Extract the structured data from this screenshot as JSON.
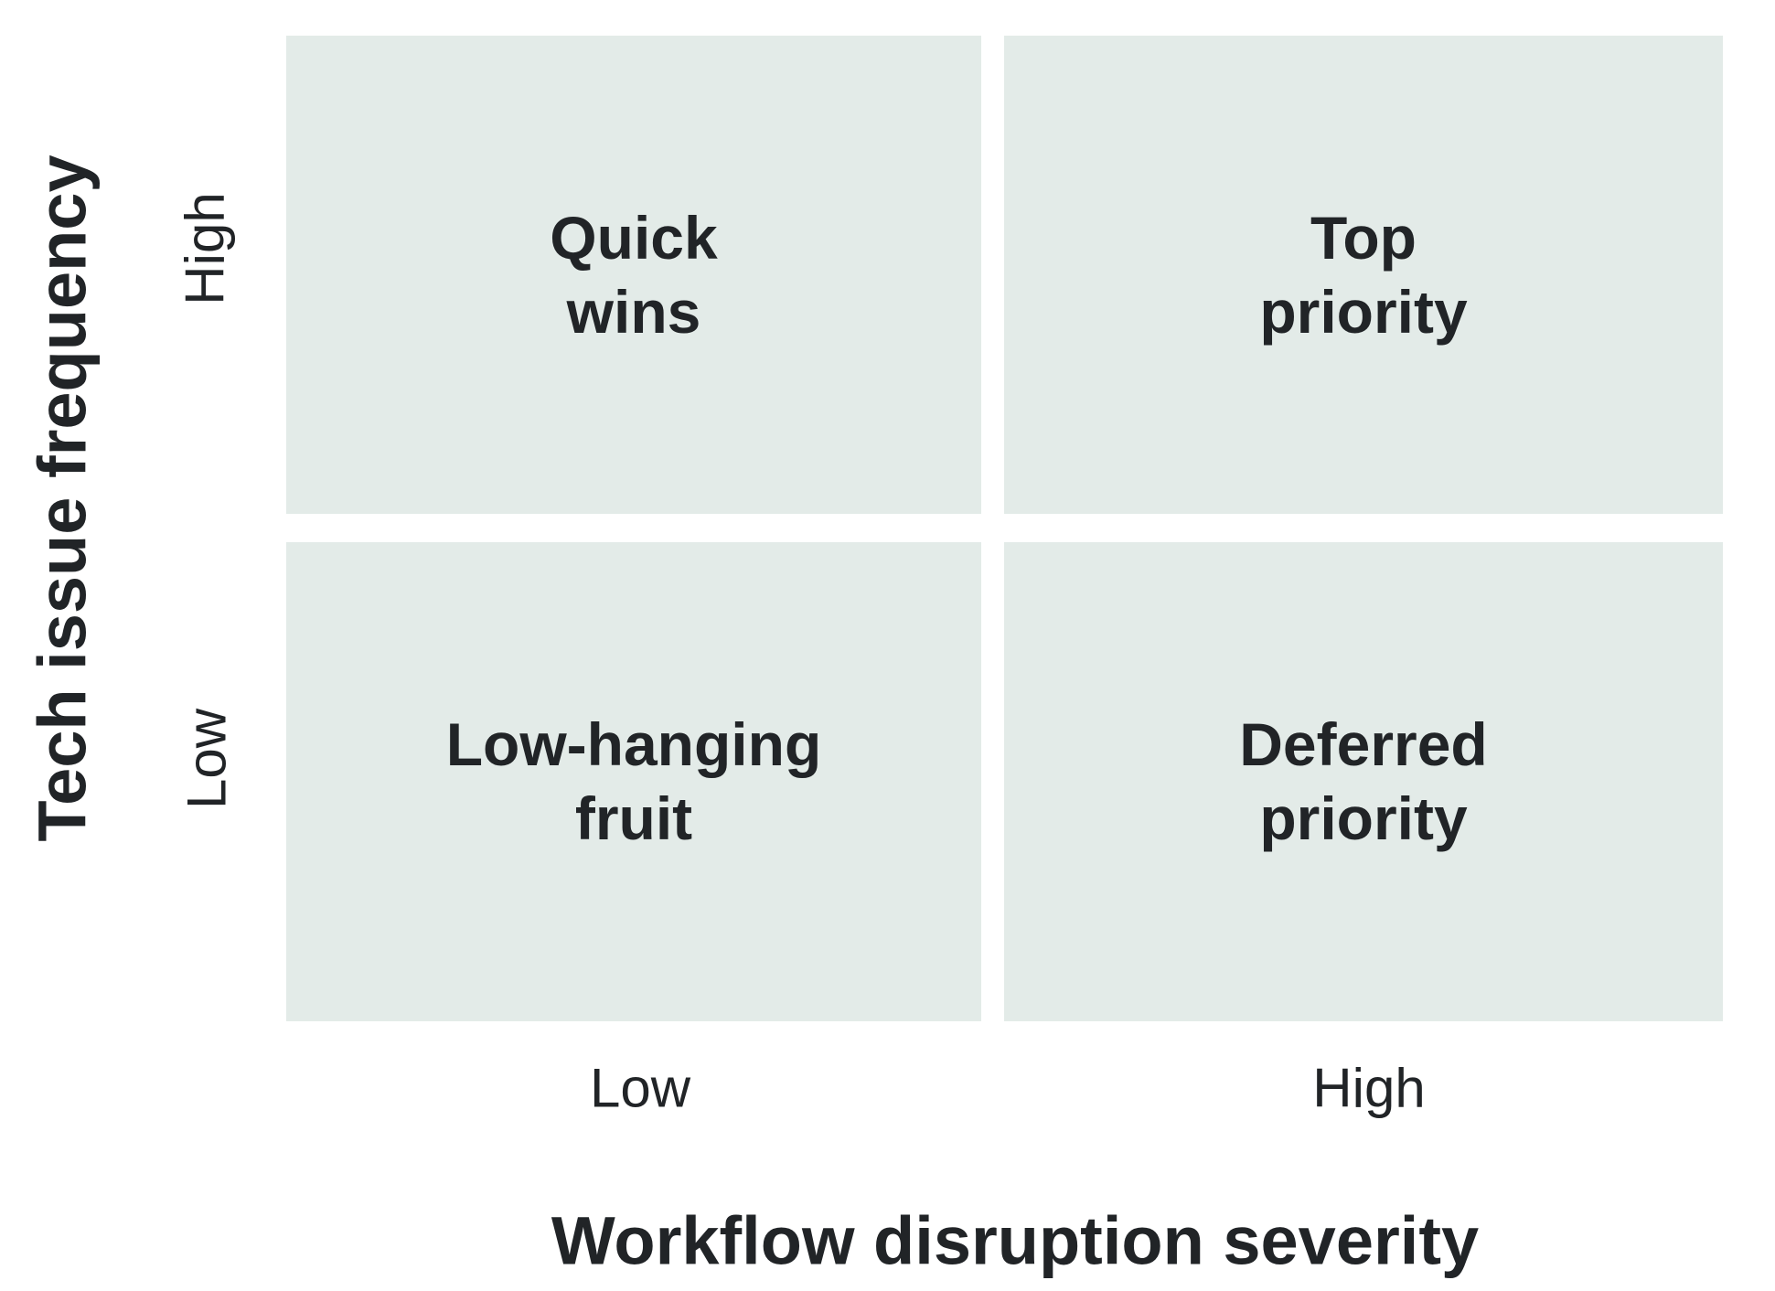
{
  "chart_data": {
    "type": "quadrant_matrix",
    "x_axis": {
      "label": "Workflow disruption severity",
      "ticks": [
        "Low",
        "High"
      ]
    },
    "y_axis": {
      "label": "Tech issue frequency",
      "ticks": [
        "High",
        "Low"
      ]
    },
    "quadrants": [
      {
        "position": "top-left",
        "x": "Low",
        "y": "High",
        "label": "Quick\nwins"
      },
      {
        "position": "top-right",
        "x": "High",
        "y": "High",
        "label": "Top\npriority"
      },
      {
        "position": "bottom-left",
        "x": "Low",
        "y": "Low",
        "label": "Low-hanging\nfruit"
      },
      {
        "position": "bottom-right",
        "x": "High",
        "y": "Low",
        "label": "Deferred\npriority"
      }
    ],
    "colors": {
      "quadrant_fill": "#e3ebe8",
      "text": "#212427",
      "background": "#ffffff"
    }
  }
}
